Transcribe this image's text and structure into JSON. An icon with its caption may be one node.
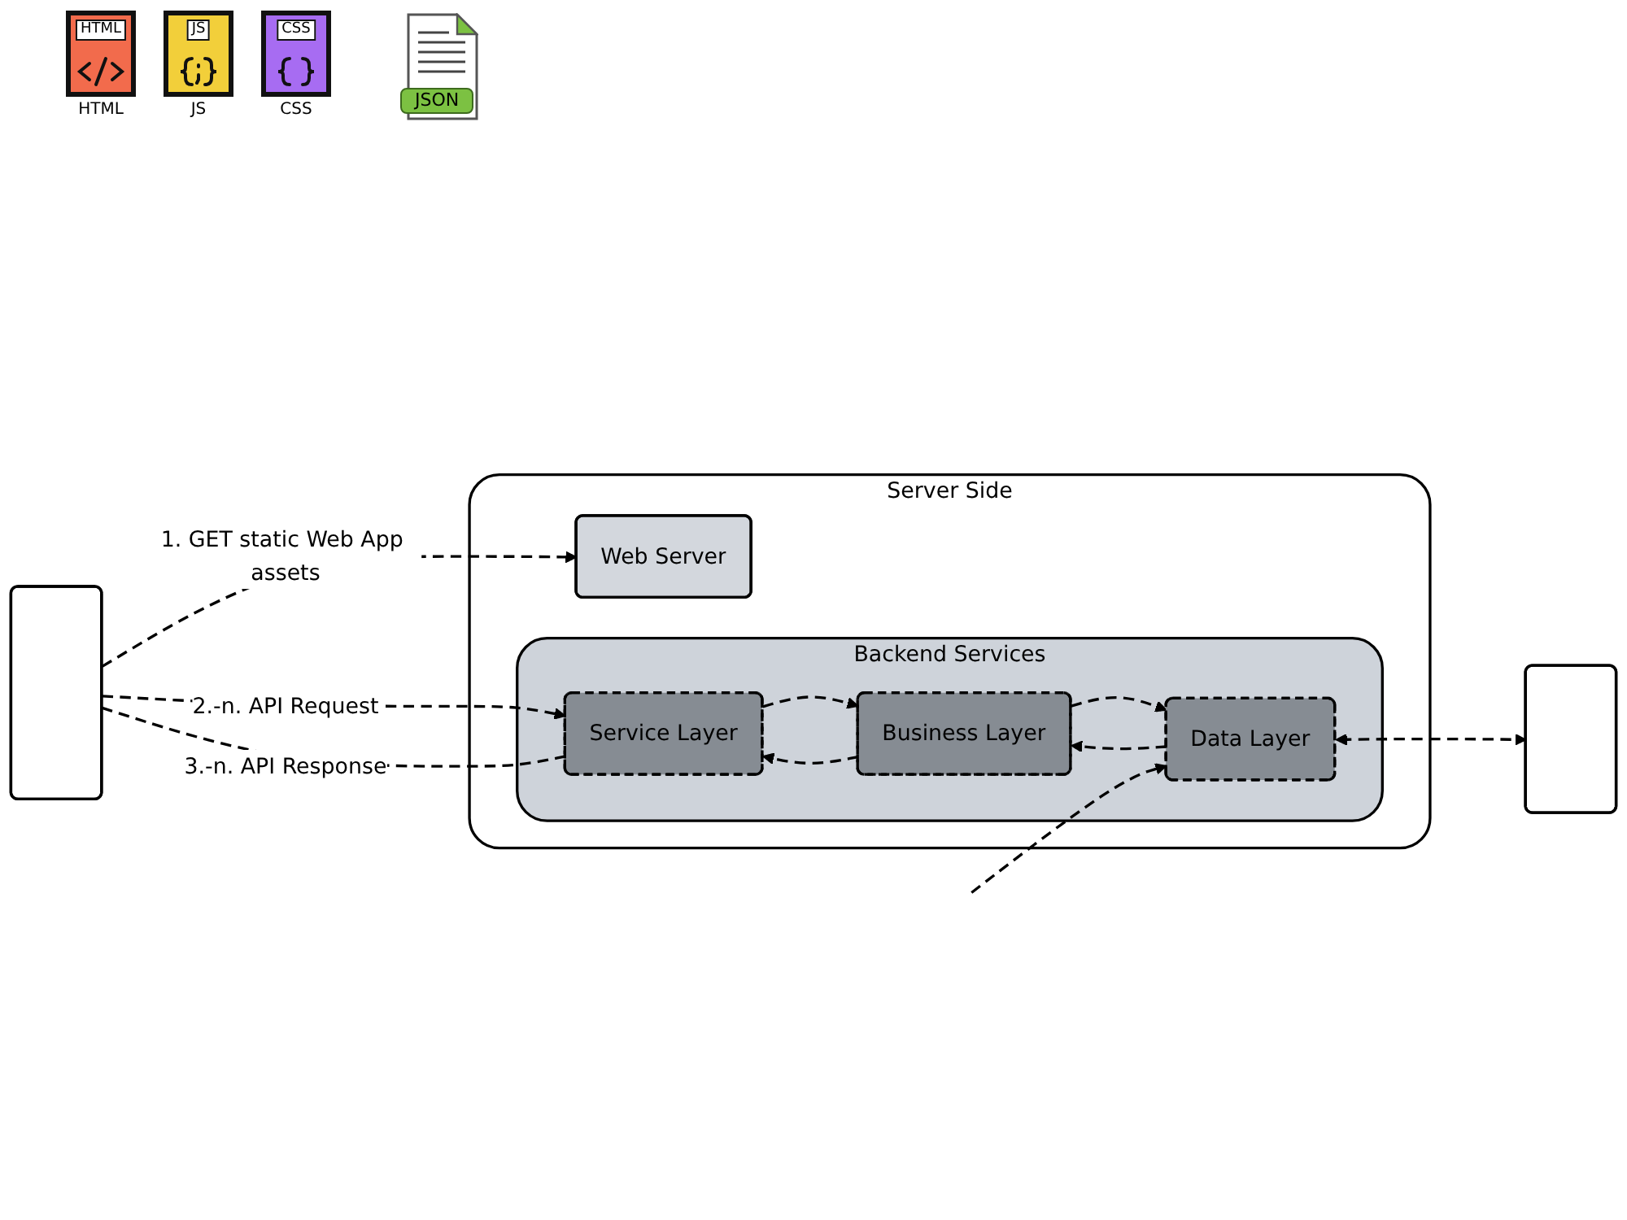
{
  "diagram": {
    "nodes": [
      {
        "text": [],
        "shape": "box"
      },
      {
        "text": [
          "Server Side"
        ]
      },
      {
        "text": [
          "Web Server"
        ],
        "in": 1
      },
      {
        "text": [
          "Backend Services"
        ],
        "in": 1
      },
      {
        "text": [
          "Service Layer"
        ],
        "in": 3
      },
      {
        "text": [
          "Business Layer"
        ],
        "in": 3
      },
      {
        "text": [
          "Data Layer"
        ],
        "in": 3
      },
      {
        "text": [],
        "shape": "box"
      }
    ],
    "edges": [
      {
        "from": 0,
        "to": 2,
        "arrow": "to",
        "label": "1. GET static Web App assets",
        "style": "dashed"
      },
      {
        "from": 0,
        "to": 4,
        "arrow": "to",
        "label": "2.-n. API Request",
        "style": "dashed"
      },
      {
        "from": 4,
        "to": 0,
        "arrow": "none",
        "label": "3.-n. API Response",
        "style": "dashed"
      },
      {
        "from": 4,
        "to": 5,
        "arrow": "to",
        "style": "dashed"
      },
      {
        "from": 5,
        "to": 6,
        "arrow": "to",
        "style": "dashed"
      },
      {
        "from": 6,
        "to": 5,
        "arrow": "to",
        "style": "dashed"
      },
      {
        "from": 5,
        "to": 4,
        "arrow": "to",
        "style": "dashed"
      },
      {
        "from": null,
        "to": 6,
        "arrow": "to",
        "style": "dashed"
      },
      {
        "from": 6,
        "to": 7,
        "arrow": "both",
        "style": "dashed"
      }
    ],
    "labels": [
      "CSS",
      "JS",
      "HTML",
      "CSS",
      "JS",
      "HTML",
      "JSON"
    ]
  }
}
